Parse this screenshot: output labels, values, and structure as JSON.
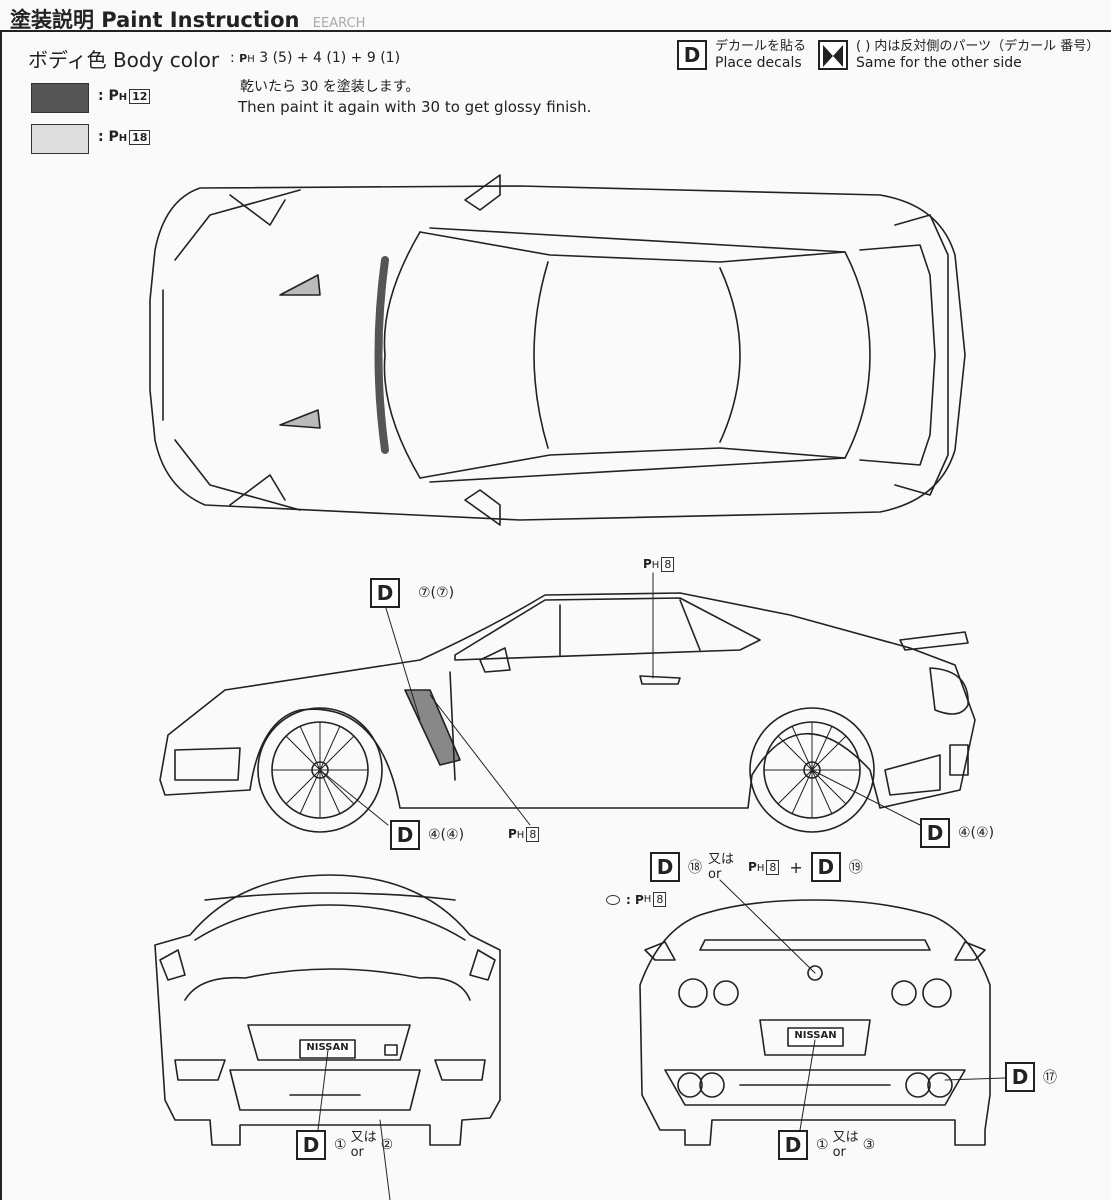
{
  "header": {
    "title": "塗装説明 Paint Instruction",
    "watermark": "EEARCH"
  },
  "body_color": {
    "label": "ボディ色 Body color",
    "formula": "3 (5) + 4 (1) + 9 (1)",
    "line_jp": "乾いたら 30 を塗装します。",
    "line_en": "Then paint it again with 30 to get glossy finish.",
    "swatches": [
      {
        "color": "#555555",
        "code": "12"
      },
      {
        "color": "#dddddd",
        "code": "18"
      }
    ]
  },
  "legend": {
    "decal_jp": "デカールを貼る",
    "decal_en": "Place decals",
    "mirror_jp": "( ) 内は反対側のパーツ（デカール 番号）",
    "mirror_en": "Same for the other side"
  },
  "callouts": {
    "side_top_decal": "⑦(⑦)",
    "side_handle_paint": "8",
    "side_front_wheel_decal": "④(④)",
    "side_sill_paint": "8",
    "side_rear_wheel_decal": "④(④)",
    "rear_emblem_decal_a": "⑱",
    "rear_emblem_or_jp": "又は",
    "rear_emblem_or_en": "or",
    "rear_emblem_paint": "8",
    "rear_emblem_plus": "+",
    "rear_emblem_decal_b": "⑲",
    "emblem_paint": "8",
    "rear_exhaust_decal": "⑰",
    "front_plate_decal_a": "①",
    "front_plate_or_jp": "又は",
    "front_plate_or_en": "or",
    "front_plate_decal_b": "②",
    "rear_plate_decal_a": "①",
    "rear_plate_or_jp": "又は",
    "rear_plate_or_en": "or",
    "rear_plate_decal_b": "③"
  },
  "plates": {
    "front": "NISSAN",
    "rear": "NISSAN"
  },
  "symbols": {
    "decal_badge": "D",
    "paint_prefix": "PH"
  }
}
